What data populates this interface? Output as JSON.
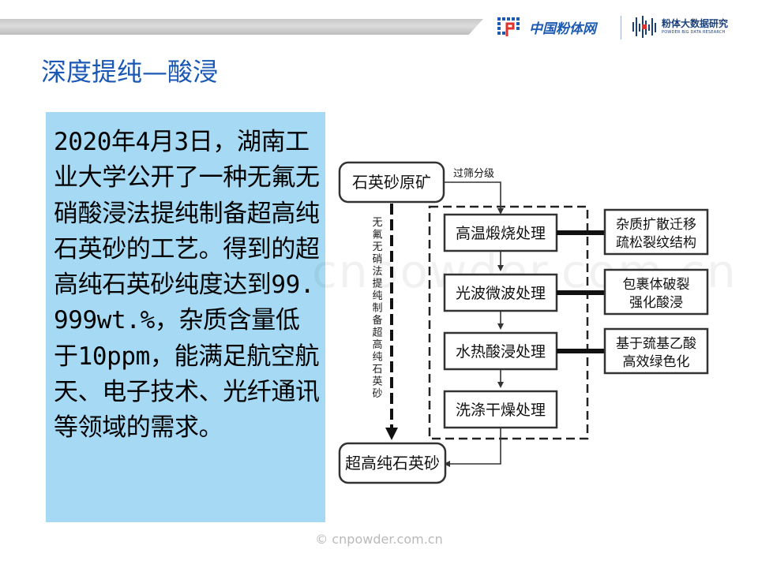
{
  "header": {
    "logo_primary_text": "中国粉体网",
    "logo_secondary_text": "粉体大数据研究",
    "logo_secondary_subtext": "POWDER BIG DATA RESEARCH"
  },
  "slide": {
    "title": "深度提纯—酸浸",
    "body_text": "2020年4月3日，湖南工业大学公开了一种无氟无硝酸浸法提纯制备超高纯石英砂的工艺。得到的超高纯石英砂纯度达到99.999wt.%，杂质含量低于10ppm，能满足航空航天、电子技术、光纤通讯等领域的需求。"
  },
  "diagram": {
    "start_node": "石英砂原矿",
    "end_node": "超高纯石英砂",
    "start_edge_label": "过筛分级",
    "side_label": "无氟无硝法提纯制备超高纯石英砂",
    "side_label_chars": [
      "无",
      "氟",
      "无",
      "硝",
      "法",
      "提",
      "纯",
      "制",
      "备",
      "超",
      "高",
      "纯",
      "石",
      "英",
      "砂"
    ],
    "steps": [
      {
        "label": "高温煅烧处理",
        "note_line1": "杂质扩散迁移",
        "note_line2": "疏松裂纹结构"
      },
      {
        "label": "光波微波处理",
        "note_line1": "包裹体破裂",
        "note_line2": "强化酸浸"
      },
      {
        "label": "水热酸浸处理",
        "note_line1": "基于巯基乙酸",
        "note_line2": "高效绿色化"
      },
      {
        "label": "洗涤干燥处理"
      }
    ]
  },
  "footer": {
    "copyright": "© cnpowder.com.cn",
    "watermark": "cnpowder.com.cn"
  },
  "colors": {
    "title": "#1b58b5",
    "textbox_bg": "#a6daf4",
    "logo_blue": "#1d5bb3"
  }
}
